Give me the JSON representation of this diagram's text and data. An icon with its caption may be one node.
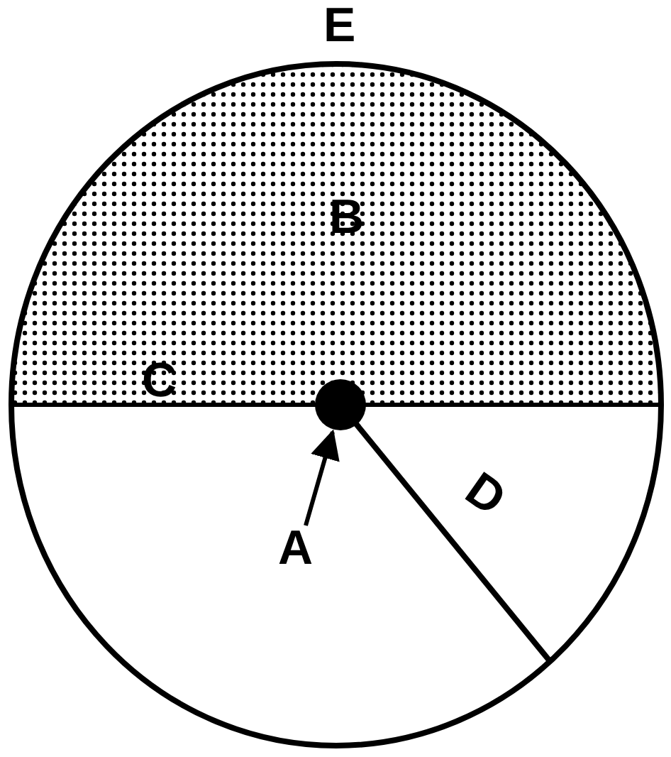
{
  "diagram": {
    "nodes": [
      {
        "text": [
          "A"
        ]
      },
      {
        "text": [],
        "shape": "circle"
      }
    ],
    "edges": [
      {
        "from": 0,
        "to": 1,
        "arrow": "to"
      }
    ],
    "labels": [
      "E",
      "B",
      "C",
      "D"
    ]
  }
}
